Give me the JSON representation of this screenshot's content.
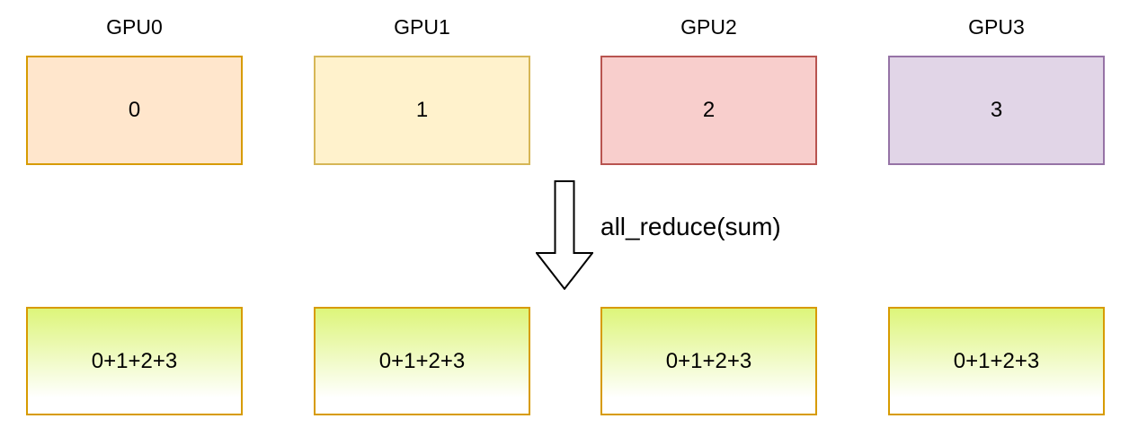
{
  "diagram": {
    "title_implicit": "all_reduce sum across 4 GPUs",
    "operation": {
      "label": "all_reduce(sum)",
      "arrow_icon": "down-arrow-icon",
      "arrow_fill": "#FFFFFF",
      "arrow_stroke": "#000000"
    },
    "gpus": [
      {
        "name": "GPU0",
        "value": "0",
        "fill": "#FFE6CC",
        "border": "#D79B00"
      },
      {
        "name": "GPU1",
        "value": "1",
        "fill": "#FFF2CC",
        "border": "#D6B656"
      },
      {
        "name": "GPU2",
        "value": "2",
        "fill": "#F8CECC",
        "border": "#B85450"
      },
      {
        "name": "GPU3",
        "value": "3",
        "fill": "#E1D5E7",
        "border": "#9673A6"
      }
    ],
    "results": [
      {
        "value": "0+1+2+3"
      },
      {
        "value": "0+1+2+3"
      },
      {
        "value": "0+1+2+3"
      },
      {
        "value": "0+1+2+3"
      }
    ],
    "result_style": {
      "gradient_top": "#DDF57A",
      "gradient_bottom": "#FFFFFF",
      "border": "#D79B00"
    }
  }
}
